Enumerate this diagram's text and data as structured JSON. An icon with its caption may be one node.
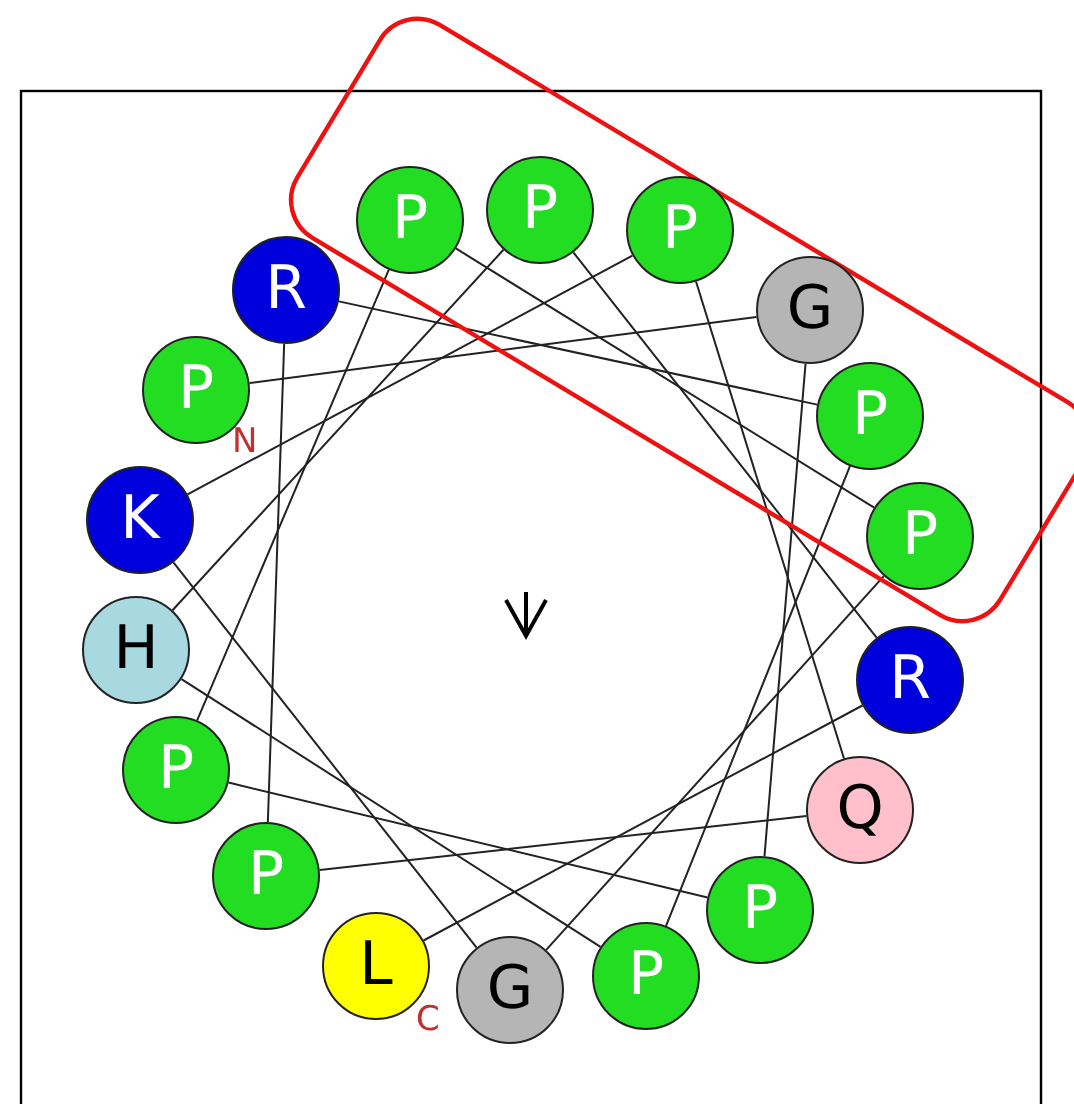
{
  "diagram": {
    "nodes": [
      {
        "text": [
          "P"
        ]
      },
      {
        "text": [
          "G"
        ]
      },
      {
        "text": [
          "P"
        ]
      },
      {
        "text": [
          "P"
        ]
      },
      {
        "text": [
          "P"
        ]
      },
      {
        "text": [
          "P"
        ]
      },
      {
        "text": [
          "G"
        ]
      },
      {
        "text": [
          "K"
        ]
      },
      {
        "text": [
          "P"
        ]
      },
      {
        "text": [
          "Q"
        ]
      },
      {
        "text": [
          "P"
        ]
      },
      {
        "text": [
          "R"
        ]
      },
      {
        "text": [
          "P"
        ]
      },
      {
        "text": [
          "P"
        ]
      },
      {
        "text": [
          "H"
        ]
      },
      {
        "text": [
          "P"
        ]
      },
      {
        "text": [
          "R"
        ]
      },
      {
        "text": [
          "L"
        ]
      }
    ],
    "edges": [
      {
        "from": 0,
        "to": 1,
        "arrow": "none"
      },
      {
        "from": 1,
        "to": 2,
        "arrow": "none"
      },
      {
        "from": 2,
        "to": 3,
        "arrow": "none"
      },
      {
        "from": 3,
        "to": 4,
        "arrow": "none"
      },
      {
        "from": 4,
        "to": 5,
        "arrow": "none"
      },
      {
        "from": 5,
        "to": 6,
        "arrow": "none"
      },
      {
        "from": 6,
        "to": 7,
        "arrow": "none"
      },
      {
        "from": 7,
        "to": 8,
        "arrow": "none"
      },
      {
        "from": 8,
        "to": 9,
        "arrow": "none"
      },
      {
        "from": 9,
        "to": 10,
        "arrow": "none"
      },
      {
        "from": 10,
        "to": 11,
        "arrow": "none"
      },
      {
        "from": 11,
        "to": 12,
        "arrow": "none"
      },
      {
        "from": 12,
        "to": 13,
        "arrow": "none"
      },
      {
        "from": 13,
        "to": 14,
        "arrow": "none"
      },
      {
        "from": 14,
        "to": 15,
        "arrow": "none"
      },
      {
        "from": 15,
        "to": 16,
        "arrow": "none"
      },
      {
        "from": 16,
        "to": 17,
        "arrow": "none"
      }
    ],
    "labels": [
      "N",
      "C"
    ]
  }
}
